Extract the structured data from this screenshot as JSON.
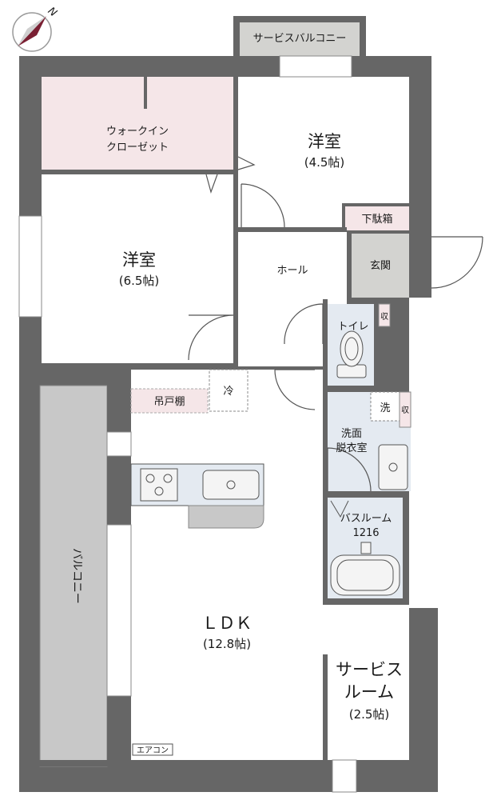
{
  "compass": {
    "letter": "N"
  },
  "rooms": {
    "service_balcony": "サービスバルコニー",
    "walk_in_closet": [
      "ウォークイン",
      "クローゼット"
    ],
    "western_room_small": {
      "name": "洋室",
      "size": "(4.5帖)"
    },
    "western_room_large": {
      "name": "洋室",
      "size": "(6.5帖)"
    },
    "shoe_box": "下駄箱",
    "entrance": "玄関",
    "hall": "ホール",
    "toilet": "トイレ",
    "storage_toilet": "収",
    "refrigerator": "冷",
    "hanging_cabinet": "吊戸棚",
    "washer": "洗",
    "storage_wash": "収",
    "washroom": [
      "洗面",
      "脱衣室"
    ],
    "bathroom": {
      "name": "バスルーム",
      "size": "1216"
    },
    "balcony": "バルコニー",
    "ldk": {
      "name": "ＬＤＫ",
      "size": "(12.8帖)"
    },
    "service_room": {
      "name": [
        "サービス",
        "ルーム"
      ],
      "size": "(2.5帖)"
    },
    "air_conditioner": "エアコン"
  },
  "colors": {
    "wall": "#666666",
    "closet": "#f5e6e8",
    "entrance": "#d3d3d0",
    "wet_area": "#e4eaf1",
    "balcony": "#c8c8c8",
    "compass": "#7a2033"
  }
}
